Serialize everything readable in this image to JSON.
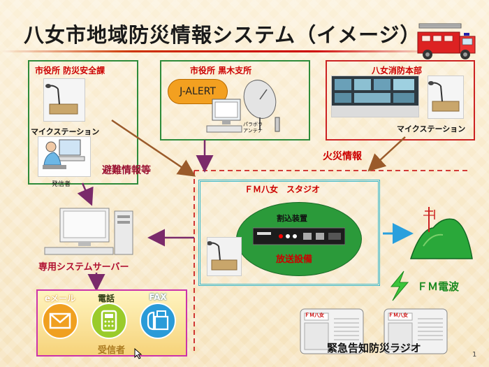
{
  "title": "八女市地域防災情報システム（イメージ）",
  "boxes": {
    "bousai": {
      "label": "市役所 防災安全課",
      "mic_caption": "マイクステーション",
      "operator_caption": "発信者"
    },
    "kurogi": {
      "label": "市役所 黒木支所",
      "jalert": "J-ALERT",
      "dish_caption": "パラボラ\nアンテナ"
    },
    "shobo": {
      "label": "八女消防本部",
      "mic_caption": "マイクステーション"
    }
  },
  "flows": {
    "evacuation": "避難情報等",
    "fire": "火災情報"
  },
  "studio": {
    "label": "ＦＭ八女　スタジオ",
    "interrupt": "割込装置",
    "broadcast": "放送設備"
  },
  "server": {
    "label": "専用システムサーバー"
  },
  "receivers": {
    "title": "受信者",
    "items": [
      {
        "label": "eメール",
        "icon": "envelope-icon",
        "color": "#f0a020"
      },
      {
        "label": "電話",
        "icon": "phone-icon",
        "color": "#9acb2a"
      },
      {
        "label": "FAX",
        "icon": "fax-icon",
        "color": "#2a9bd8"
      }
    ]
  },
  "fm_wave": "ＦＭ電波",
  "radio": {
    "label": "緊急告知防災ラジオ",
    "brand": "ＦＭ八女"
  },
  "page_number": "1",
  "colors": {
    "title_underline": "#cc0000",
    "box_green": "#2e8b3a",
    "box_red": "#cc2222",
    "studio_border": "#3bb8c9",
    "receiver_border": "#cc33aa",
    "arrow_brown": "#9a5a2a",
    "arrow_purple": "#7a2a6a",
    "arrow_blue": "#2aa0dd",
    "signal_green": "#3ac43a"
  }
}
